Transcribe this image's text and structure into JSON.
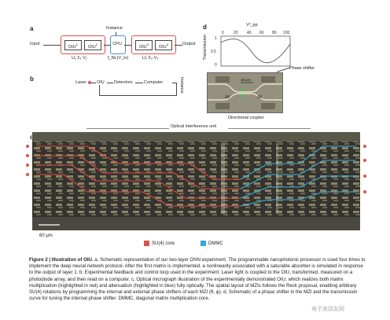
{
  "panel_a": {
    "letter": "a",
    "input": "Input",
    "output": "Output",
    "instance": "Instance",
    "oiu1": "OIU",
    "oiu1_sup": "1",
    "oiu2": "OIU",
    "oiu2_sup": "2",
    "cpu": "CPU",
    "oiu3": "OIU",
    "oiu3_sup": "3",
    "oiu4": "OIU",
    "oiu4_sup": "4",
    "label_left": "U₁ Σ₁ V₁",
    "label_cpu": "f_NL(V_in)",
    "label_right": "U₂ Σ₂ V₂"
  },
  "panel_b": {
    "letter": "b",
    "laser": "Laser",
    "oiu": "OIU",
    "detectors": "Detectors",
    "computer": "Computer",
    "instance": "Instance"
  },
  "panel_c": {
    "letter": "c",
    "title": "Optical interference unit",
    "scale": "60 μm",
    "legend": [
      {
        "label": "SU(4) core",
        "color": "#d9534f"
      },
      {
        "label": "DMMC",
        "color": "#3aa7d6"
      }
    ]
  },
  "panel_d": {
    "letter": "d",
    "xaxis_title": "V²_pp",
    "xticks": [
      "0",
      "20",
      "40",
      "60",
      "80",
      "100"
    ],
    "yaxis_title": "Transmission",
    "yticks": [
      "1",
      "0.5",
      "0"
    ],
    "phase_shifter": "Phase shifter",
    "scale": "18 μm",
    "directional_coupler": "Directional coupler",
    "delta_label": "Δθ"
  },
  "caption": {
    "bold": "Figure 2 | Illustration of OIU.",
    "text": " a, Schematic representation of our two-layer ONN experiment. The programmable nanophotonic processor is used four times to implement the deep neural network protocol. After the first matrix is implemented, a nonlinearity associated with a saturable absorber is simulated in response to the output of layer 1. b, Experimental feedback and control loop used in the experiment. Laser light is coupled to the OIU, transformed, measured on a photodiode array, and then read on a computer. c, Optical micrograph illustration of the experimentally demonstrated OIU, which realizes both matrix multiplication (highlighted in red) and attenuation (highlighted in blue) fully optically. The spatial layout of MZIs follows the Reck proposal, enabling arbitrary SU(4) rotations by programming the internal and external phase shifters of each MZI (θ, φ). d, Schematic of a phase shifter in the MZI and the transmission curve for tuning the internal phase shifter. DMMC, diagonal matrix multiplication core."
  },
  "watermark": "电子发烧友网"
}
